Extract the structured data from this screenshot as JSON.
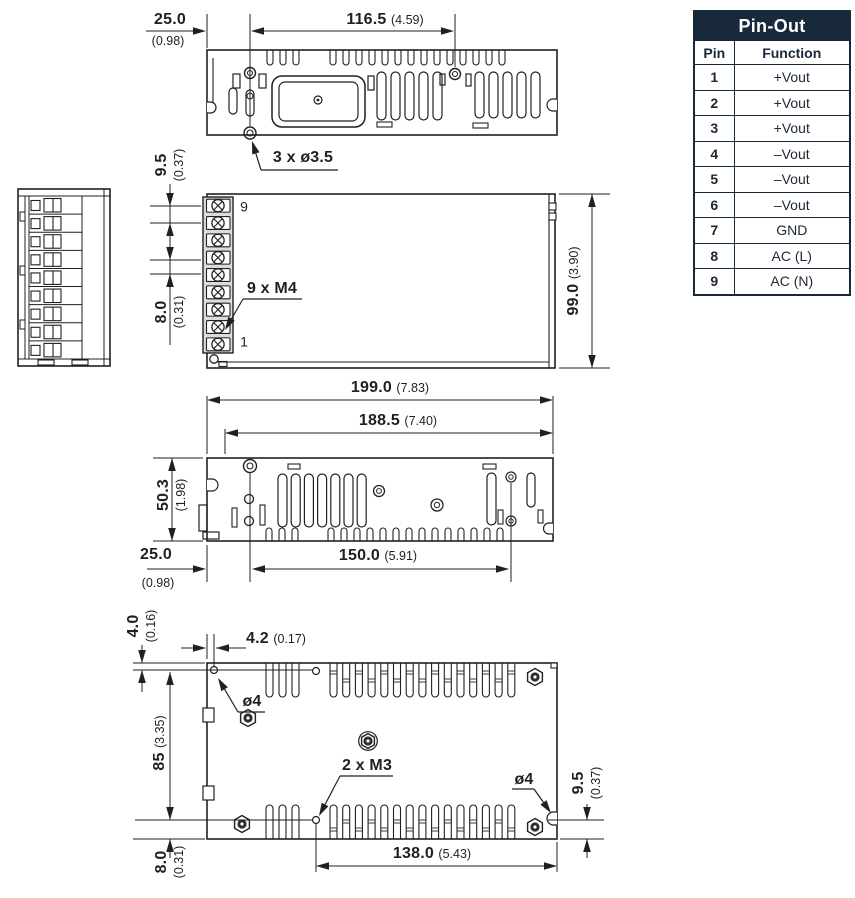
{
  "colors": {
    "line": "#231f20",
    "table_navy": "#17293b",
    "table_text": "#1d2733",
    "terminal_fill": "#dcdcdc"
  },
  "drawing": {
    "top_view": {
      "dim_25_mm": "25.0",
      "dim_25_in": "(0.98)",
      "dim_116_mm": "116.5",
      "dim_116_in": "(4.59)",
      "label_holes": "3 x ø3.5"
    },
    "front_view": {
      "dim_9_5_mm": "9.5",
      "dim_9_5_in": "(0.37)",
      "dim_8_mm": "8.0",
      "dim_8_in": "(0.31)",
      "terminal_top": "9",
      "terminal_bottom": "1",
      "label_screws": "9 x M4",
      "dim_99_mm": "99.0",
      "dim_99_in": "(3.90)"
    },
    "side_view": {
      "dim_199_mm": "199.0",
      "dim_199_in": "(7.83)",
      "dim_188_mm": "188.5",
      "dim_188_in": "(7.40)",
      "dim_50_mm": "50.3",
      "dim_50_in": "(1.98)",
      "dim_25_mm": "25.0",
      "dim_25_in": "(0.98)",
      "dim_150_mm": "150.0",
      "dim_150_in": "(5.91)"
    },
    "bottom_view": {
      "dim_4_mm": "4.0",
      "dim_4_in": "(0.16)",
      "dim_4_2_mm": "4.2",
      "dim_4_2_in": "(0.17)",
      "label_hole_left": "ø4",
      "dim_85_mm": "85",
      "dim_85_in": "(3.35)",
      "label_screws": "2 x M3",
      "label_hole_right": "ø4",
      "dim_9_5_mm": "9.5",
      "dim_9_5_in": "(0.37)",
      "dim_8_mm": "8.0",
      "dim_8_in": "(0.31)",
      "dim_138_mm": "138.0",
      "dim_138_in": "(5.43)"
    }
  },
  "pinout": {
    "title": "Pin-Out",
    "headers": {
      "pin": "Pin",
      "function": "Function"
    },
    "rows": [
      {
        "pin": "1",
        "function": "+Vout"
      },
      {
        "pin": "2",
        "function": "+Vout"
      },
      {
        "pin": "3",
        "function": "+Vout"
      },
      {
        "pin": "4",
        "function": "–Vout"
      },
      {
        "pin": "5",
        "function": "–Vout"
      },
      {
        "pin": "6",
        "function": "–Vout"
      },
      {
        "pin": "7",
        "function": "GND"
      },
      {
        "pin": "8",
        "function": "AC (L)"
      },
      {
        "pin": "9",
        "function": "AC (N)"
      }
    ]
  }
}
